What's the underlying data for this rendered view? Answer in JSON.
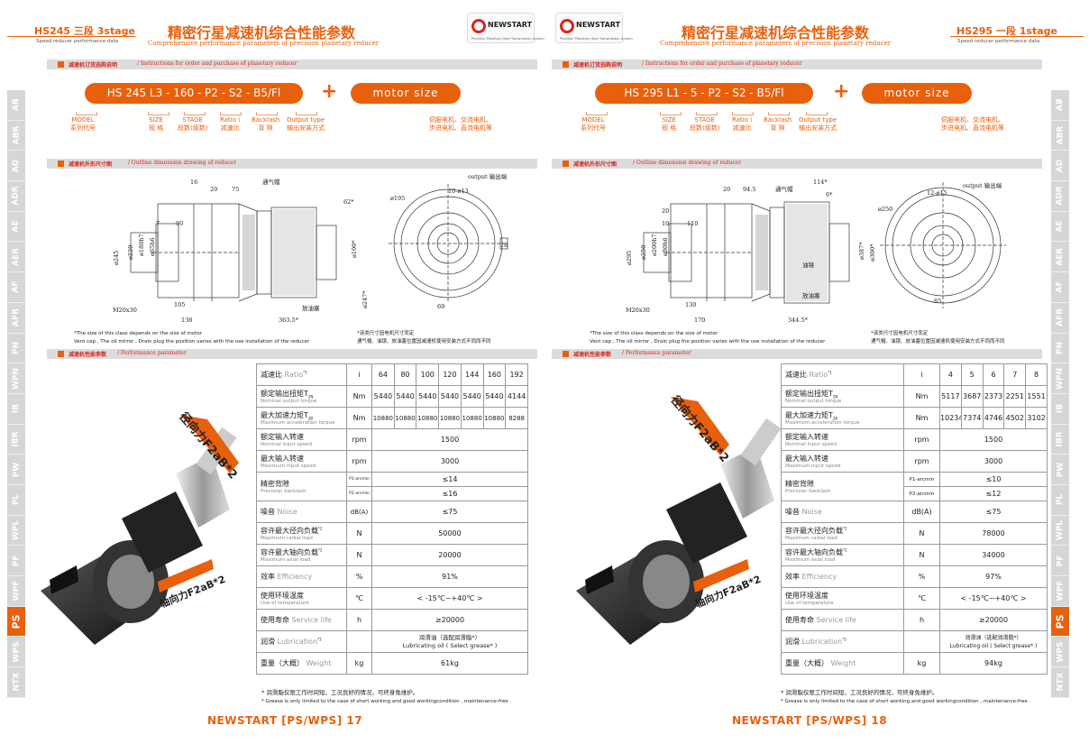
{
  "left": {
    "series_label": "HS245 三段 3stage",
    "series_sub": "Speed reducer performance data",
    "title": "精密行星减速机综合性能参数",
    "subtitle": "Comprehensive performance parameters of precision planetary reducer",
    "logo": {
      "name": "NEWSTART",
      "tagline": "Precision Planetary Gear Transmission System"
    },
    "order_section": {
      "cn": "减速机订货选购说明",
      "en": "/ Instructions for order and purchase of planetary reducer"
    },
    "order_code": "HS 245 L3 - 160 - P2 - S2 - B5/Fl",
    "motor_pill": "motor size",
    "labels": [
      {
        "a": "MODEL",
        "b": "系列代号"
      },
      {
        "a": "SIZE",
        "b": "规 格"
      },
      {
        "a": "STAGE",
        "b": "段数(级数)"
      },
      {
        "a": "Ratio i",
        "b": "减速比"
      },
      {
        "a": "Backlash",
        "b": "背 隙"
      },
      {
        "a": "Output type",
        "b": "输出安装方式"
      }
    ],
    "motor_label": {
      "a": "伺服电机、交流电机、",
      "b": "步进电机、直流电机等"
    },
    "dim_section": {
      "cn": "减速机外形尺寸图",
      "en": "/ Outline dimension drawing of reducer"
    },
    "dims": {
      "d20": "20",
      "d75": "75",
      "vent": "通气帽",
      "d16": "16",
      "d62": "62*",
      "d7": "7",
      "d90": "90",
      "d245": "ø245",
      "d220": "ø220",
      "d180": "ø180h7",
      "d65": "ø65h6",
      "d100": "ø100*",
      "d247": "ø247*",
      "m20": "M20x30",
      "d105": "105",
      "drain": "放油塞",
      "d138": "138",
      "d363": "363.5*",
      "output": "output 输出端",
      "d195": "ø195",
      "holes": "10-ø13",
      "d18": "18",
      "d69": "69"
    },
    "notes": {
      "a": "*The size of this class depends on the size of motor",
      "b": "Vent cap ,  The oil mirror , Drain plug the position varies with the use installation of the reducer",
      "c": "*该类尺寸因电机尺寸而定",
      "d": "通气帽、油镜、放油塞位置因减速机使用安装方式不同而不同"
    },
    "perf_section": {
      "cn": "减速机性能参数",
      "en": "/ Performance parameter"
    },
    "photo_labels": {
      "radial": "径向力F2aB*2",
      "axial": "轴向力F2aB*2"
    },
    "table": {
      "ratio": {
        "cn": "减速比",
        "en": "Ratio",
        "sup": "*1",
        "unit": "i",
        "vals": [
          "64",
          "80",
          "100",
          "120",
          "144",
          "160",
          "192"
        ]
      },
      "torque": {
        "cn": "额定输出扭矩T",
        "sub": "2N",
        "en": "Nominal output torque",
        "unit": "Nm",
        "vals": [
          "5440",
          "5440",
          "5440",
          "5440",
          "5440",
          "5440",
          "4144"
        ]
      },
      "accel": {
        "cn": "最大加速力矩T",
        "sub": "2B",
        "en": "Maximum acceleration torque",
        "unit": "Nm",
        "vals": [
          "10880",
          "10880",
          "10880",
          "10880",
          "10880",
          "10880",
          "8288"
        ]
      },
      "speed": {
        "cn": "额定输入转速",
        "en": "Nominal input speed",
        "unit": "rpm",
        "val": "1500"
      },
      "maxspeed": {
        "cn": "最大输入转速",
        "en": "Maximum input speed",
        "unit": "rpm",
        "val": "3000"
      },
      "backlash": {
        "cn": "精密背隙",
        "en": "Precision backlash",
        "p1": "P1-arcmin",
        "p2": "P2-arcmin",
        "v1": "≤14",
        "v2": "≤16"
      },
      "noise": {
        "cn": "噪音",
        "en": "Noise",
        "unit": "dB(A)",
        "val": "≤75"
      },
      "radial": {
        "cn": "容许最大径向负载",
        "sup": "*2",
        "en": "Maximum radial load",
        "unit": "N",
        "val": "50000"
      },
      "axial": {
        "cn": "容许最大轴向负载",
        "sup": "*2",
        "en": "Maximum axial load",
        "unit": "N",
        "val": "20000"
      },
      "eff": {
        "cn": "效率",
        "en": "Efficiency",
        "unit": "%",
        "val": "91%"
      },
      "temp": {
        "cn": "使用环境温度",
        "en": "Use of temperature",
        "unit": "℃",
        "val": "< -15℃~+40℃ >"
      },
      "life": {
        "cn": "使用寿命",
        "en": "Service life",
        "unit": "h",
        "val": "≥20000"
      },
      "lub": {
        "cn": "润滑",
        "en": "Lubrication",
        "sup": "*3",
        "v1": "润滑油（选配润滑脂*）",
        "v2": "Lubricating oil ( Select grease* )"
      },
      "weight": {
        "cn": "重量（大概）",
        "en": "Weight",
        "unit": "kg",
        "val": "61kg"
      }
    },
    "fnote_cn": "* 润滑脂仅限工作时间短，工况良好的情况，可终身免维护。",
    "fnote_en": "* Grease is only limited to the case of short working and good workingcondition , maintenance-free .",
    "footer": "NEWSTART [PS/WPS] 17",
    "sidetabs": [
      "AB",
      "ABR",
      "AD",
      "ADR",
      "AE",
      "AER",
      "AF",
      "AFR",
      "PN",
      "WPN",
      "IB",
      "IBR",
      "PW",
      "PL",
      "WPL",
      "PF",
      "WPF",
      "PS",
      "WPS",
      "NTX"
    ],
    "active_tab": "PS"
  },
  "right": {
    "series_label": "HS295 一段 1stage",
    "series_sub": "Speed reducer performance data",
    "title": "精密行星减速机综合性能参数",
    "subtitle": "Comprehensive performance parameters of precision planetary reducer",
    "logo": {
      "name": "NEWSTART",
      "tagline": "Precision Planetary Gear Transmission System"
    },
    "order_section": {
      "cn": "减速机订货选购说明",
      "en": "/ Instructions for order and purchase of planetary reducer"
    },
    "order_code": "HS 295 L1 - 5 - P2 - S2 - B5/Fl",
    "motor_pill": "motor size",
    "labels": [
      {
        "a": "MODEL",
        "b": "系列代号"
      },
      {
        "a": "SIZE",
        "b": "规 格"
      },
      {
        "a": "STAGE",
        "b": "段数(级数)"
      },
      {
        "a": "Ratio i",
        "b": "减速比"
      },
      {
        "a": "Backlash",
        "b": "背 隙"
      },
      {
        "a": "Output type",
        "b": "输出安装方式"
      }
    ],
    "motor_label": {
      "a": "伺服电机、交流电机、",
      "b": "步进电机、直流电机等"
    },
    "dim_section": {
      "cn": "减速机外形尺寸图",
      "en": "/ Outline dimension drawing of reducer"
    },
    "dims": {
      "d20": "20",
      "d94": "94.5",
      "vent": "通气帽",
      "d114": "114*",
      "d6": "6*",
      "d10": "10",
      "d110": "110",
      "d20b": "20",
      "d295": "ø295",
      "d250": "ø250",
      "d200": "ø200h7",
      "d80": "ø80h6",
      "d387": "ø387*",
      "d300": "ø300*",
      "m20": "M20x30",
      "d130": "130",
      "oil": "油镜",
      "drain": "放油塞",
      "d170": "170",
      "d344": "344.5*",
      "output": "output 输出端",
      "d250b": "ø250",
      "holes": "12-ø15",
      "d85": "85"
    },
    "notes": {
      "a": "*The size of this class depends on the size of motor",
      "b": "Vent cap ,  The oil mirror , Drain plug the position varies with the use installation of the reducer",
      "c": "*该类尺寸因电机尺寸而定",
      "d": "通气帽、油镜、放油塞位置因减速机使用安装方式不同而不同"
    },
    "perf_section": {
      "cn": "减速机性能参数",
      "en": "/ Performance parameter"
    },
    "photo_labels": {
      "radial": "径向力F2aB*2",
      "axial": "轴向力F2aB*2"
    },
    "table": {
      "ratio": {
        "cn": "减速比",
        "en": "Ratio",
        "sup": "*1",
        "unit": "i",
        "vals": [
          "4",
          "5",
          "6",
          "7",
          "8"
        ]
      },
      "torque": {
        "cn": "额定输出扭矩T",
        "sub": "2N",
        "en": "Nominal output torque",
        "unit": "Nm",
        "vals": [
          "5117",
          "3687",
          "2373",
          "2251",
          "1551"
        ]
      },
      "accel": {
        "cn": "最大加速力矩T",
        "sub": "2B",
        "en": "Maximum acceleration torque",
        "unit": "Nm",
        "vals": [
          "10234",
          "7374",
          "4746",
          "4502",
          "3102"
        ]
      },
      "speed": {
        "cn": "额定输入转速",
        "en": "Nominal input speed",
        "unit": "rpm",
        "val": "1500"
      },
      "maxspeed": {
        "cn": "最大输入转速",
        "en": "Maximum input speed",
        "unit": "rpm",
        "val": "3000"
      },
      "backlash": {
        "cn": "精密背隙",
        "en": "Precision backlash",
        "p1": "P1-arcmin",
        "p2": "P2-arcmin",
        "v1": "≤10",
        "v2": "≤12"
      },
      "noise": {
        "cn": "噪音",
        "en": "Noise",
        "unit": "dB(A)",
        "val": "≤75"
      },
      "radial": {
        "cn": "容许最大径向负载",
        "sup": "*2",
        "en": "Maximum radial load",
        "unit": "N",
        "val": "78000"
      },
      "axial": {
        "cn": "容许最大轴向负载",
        "sup": "*2",
        "en": "Maximum axial load",
        "unit": "N",
        "val": "34000"
      },
      "eff": {
        "cn": "效率",
        "en": "Efficiency",
        "unit": "%",
        "val": "97%"
      },
      "temp": {
        "cn": "使用环境温度",
        "en": "Use of temperature",
        "unit": "℃",
        "val": "< -15℃~+40℃ >"
      },
      "life": {
        "cn": "使用寿命",
        "en": "Service life",
        "unit": "h",
        "val": "≥20000"
      },
      "lub": {
        "cn": "润滑",
        "en": "Lubrication",
        "sup": "*3",
        "v1": "润滑油（选配润滑脂*）",
        "v2": "Lubricating oil ( Select grease* )"
      },
      "weight": {
        "cn": "重量（大概）",
        "en": "Weight",
        "unit": "kg",
        "val": "94kg"
      }
    },
    "fnote_cn": "* 润滑脂仅限工作时间短，工况良好的情况，可终身免维护。",
    "fnote_en": "* Grease is only limited to the case of short working and good workingcondition , maintenance-free .",
    "footer": "NEWSTART [PS/WPS] 18",
    "sidetabs": [
      "AB",
      "ABR",
      "AD",
      "ADR",
      "AE",
      "AER",
      "AF",
      "AFR",
      "PN",
      "WPN",
      "IB",
      "IBR",
      "PW",
      "PL",
      "WPL",
      "PF",
      "WPF",
      "PS",
      "WPS",
      "NTX"
    ],
    "active_tab": "PS"
  },
  "colors": {
    "accent": "#e8600c",
    "red": "#d9261c",
    "tab_gray": "#d6d6d6"
  }
}
